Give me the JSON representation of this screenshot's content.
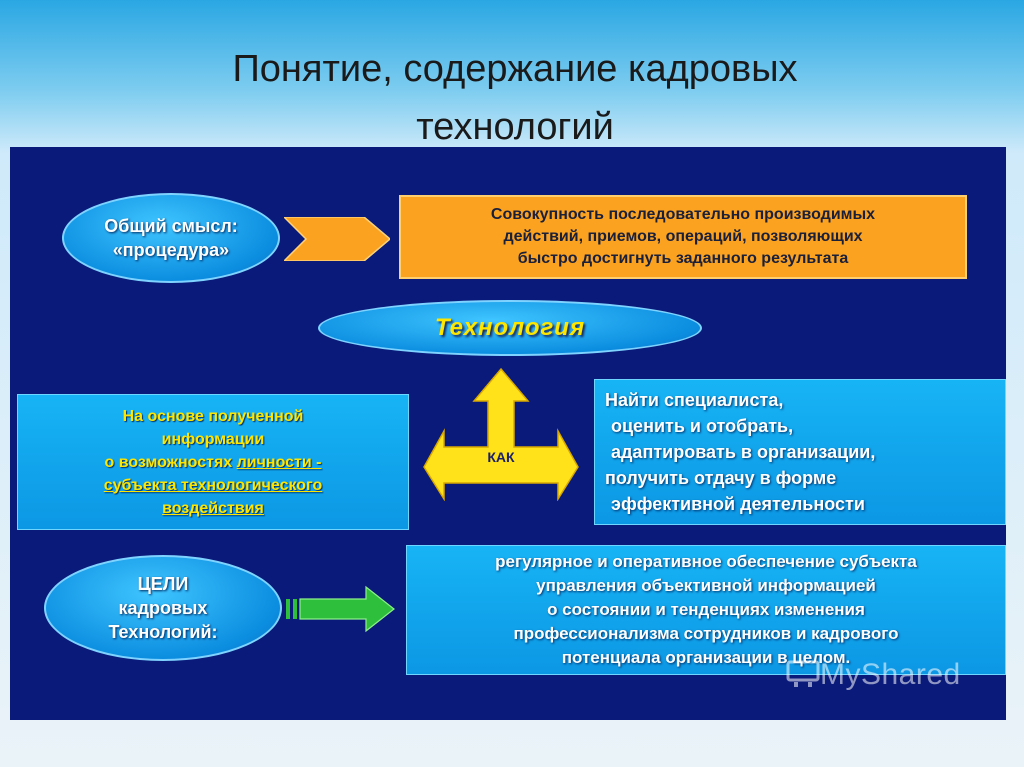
{
  "title": {
    "line1": "Понятие, содержание кадровых",
    "line2": "технологий"
  },
  "general_meaning": {
    "line1": "Общий смысл:",
    "line2": "«процедура»"
  },
  "definition": {
    "line1": "Совокупность последовательно производимых",
    "line2": "действий, приемов, операций, позволяющих",
    "line3": "быстро достигнуть заданного результата"
  },
  "technology_label": "Технология",
  "how_label": "КАК",
  "basis": {
    "line1": "На основе полученной",
    "line2": "информации",
    "line3_plain": "о возможностях ",
    "line3_underlined": "личности -",
    "line4": "субъекта технологического",
    "line5": "воздействия"
  },
  "actions": {
    "line1": "Найти специалиста,",
    "line2": "оценить и отобрать,",
    "line3": "адаптировать в организации,",
    "line4": "получить отдачу  в форме",
    "line5": "эффективной деятельности"
  },
  "goals": {
    "line1": "ЦЕЛИ",
    "line2": "кадровых",
    "line3": "Технологий:"
  },
  "goals_description": {
    "line1": "регулярное и оперативное обеспечение субъекта",
    "line2": "управления объективной информацией",
    "line3": "о состоянии и тенденциях изменения",
    "line4": "профессионализма сотрудников и кадрового",
    "line5": "потенциала организации в целом."
  },
  "watermark": "MyShared",
  "colors": {
    "panel": "#0a1a7a",
    "orange_box": "#fba321",
    "cyan_box": "#0c97e4",
    "yellow_text": "#ffe600",
    "green_arrow": "#2ec03c"
  }
}
